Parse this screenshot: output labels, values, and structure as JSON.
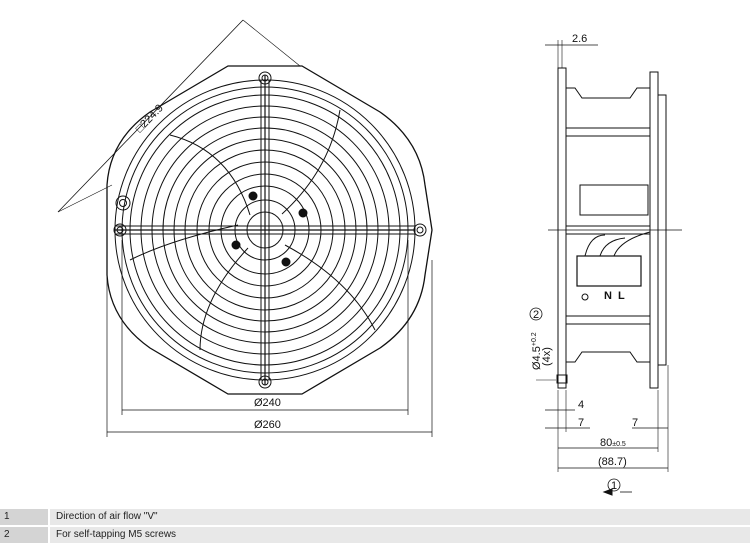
{
  "front_view": {
    "dim_square": "□224.9",
    "dim_d240": "Ø240",
    "dim_d260": "Ø260"
  },
  "side_view": {
    "dim_flange": "2.6",
    "dim_hole": "Ø4.5",
    "dim_hole_tol": "+0.2",
    "dim_hole_count": "(4x)",
    "dim_4": "4",
    "dim_7_left": "7",
    "dim_7_right": "7",
    "dim_80": "80",
    "dim_80_tol": "±0.5",
    "dim_887": "(88.7)",
    "terminal_n": "N",
    "terminal_l": "L",
    "callout_2": "2",
    "callout_1": "1"
  },
  "legend": [
    {
      "num": "1",
      "text": "Direction of air flow \"V\""
    },
    {
      "num": "2",
      "text": "For self-tapping M5 screws"
    }
  ]
}
